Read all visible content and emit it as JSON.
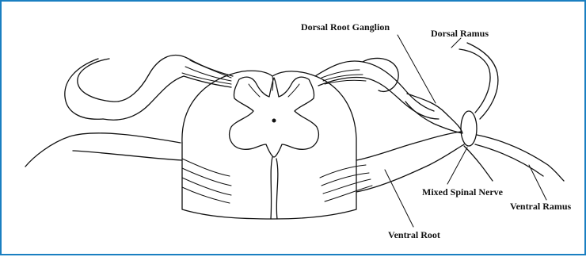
{
  "diagram": {
    "labels": {
      "dorsal_root_ganglion": "Dorsal Root Ganglion",
      "dorsal_ramus": "Dorsal Ramus",
      "mixed_spinal_nerve": "Mixed Spinal Nerve",
      "ventral_ramus": "Ventral Ramus",
      "ventral_root": "Ventral Root"
    },
    "colors": {
      "frame_border": "#1a7fc1",
      "line": "#111111"
    }
  }
}
